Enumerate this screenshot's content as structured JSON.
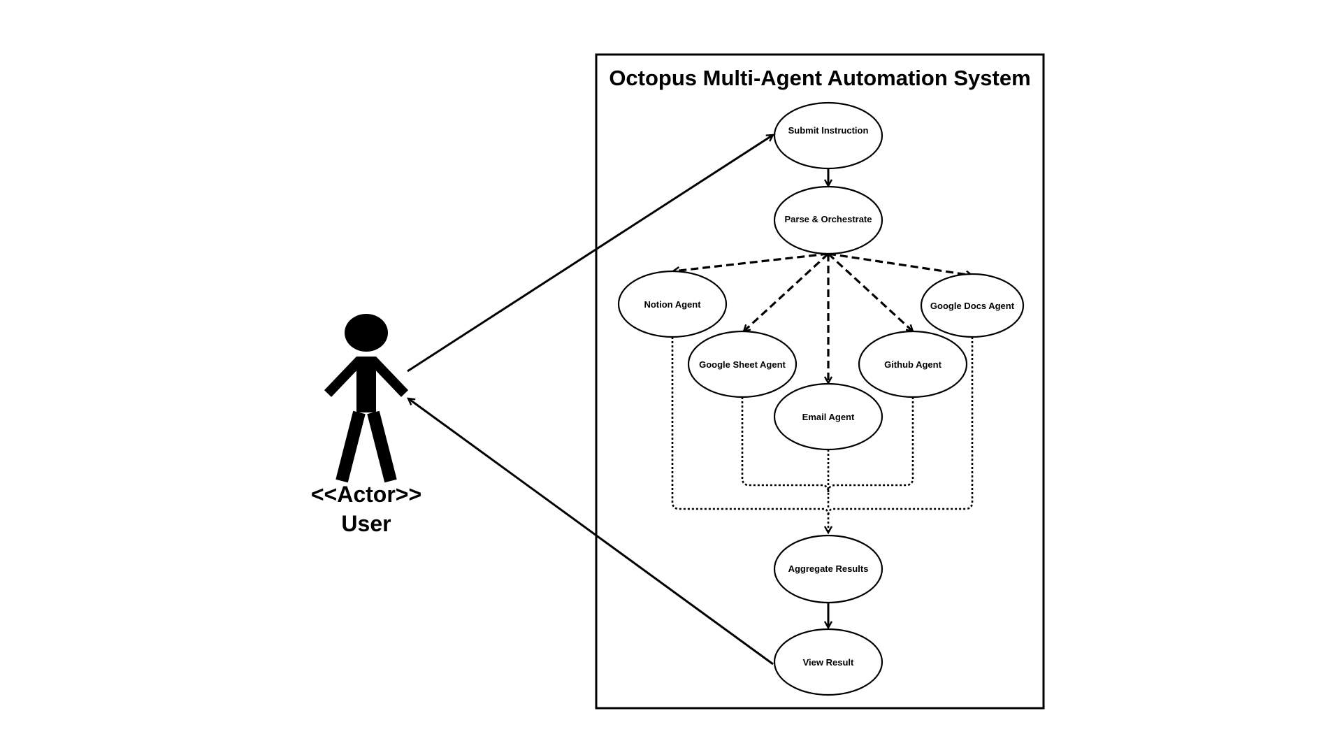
{
  "system": {
    "title": "Octopus Multi-Agent Automation System"
  },
  "actor": {
    "stereotype": "<<Actor>>",
    "name": "User"
  },
  "use_cases": {
    "submit": "Submit Instruction",
    "parse": "Parse & Orchestrate",
    "notion": "Notion Agent",
    "google_docs": "Google Docs Agent",
    "google_sheet": "Google Sheet Agent",
    "github": "Github Agent",
    "email": "Email Agent",
    "aggregate": "Aggregate Results",
    "view": "View Result"
  },
  "colors": {
    "stroke": "#000000",
    "background": "#ffffff"
  }
}
